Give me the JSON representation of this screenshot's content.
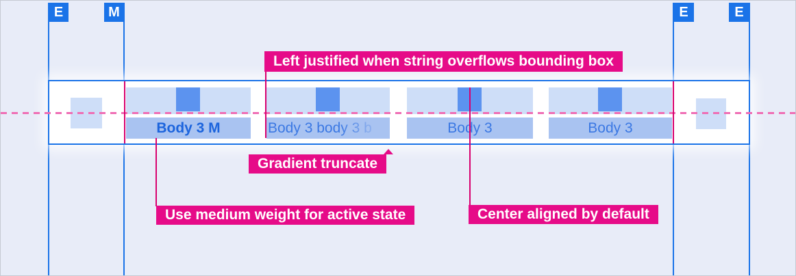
{
  "guides": {
    "markers": [
      {
        "letter": "E"
      },
      {
        "letter": "M"
      },
      {
        "letter": "E"
      },
      {
        "letter": "E"
      }
    ]
  },
  "tabbar": {
    "tabs": [
      {
        "label": "Body 3 M",
        "state": "active",
        "align": "center"
      },
      {
        "label": "Body 3 body 3 b",
        "state": "inactive",
        "align": "left",
        "truncation": "gradient"
      },
      {
        "label": "Body 3",
        "state": "inactive",
        "align": "center"
      },
      {
        "label": "Body 3",
        "state": "inactive",
        "align": "center"
      }
    ]
  },
  "annotations": {
    "left_justified": {
      "label": "Left justified when string overflows bounding box"
    },
    "gradient_truncate": {
      "label": "Gradient truncate"
    },
    "medium_weight": {
      "label": "Use medium weight for active state"
    },
    "center_aligned": {
      "label": "Center aligned by default"
    }
  },
  "colors": {
    "background": "#e8ecf8",
    "guide_blue": "#1a73e8",
    "bar_border": "#1a73e8",
    "tab_icon_area": "#cedef8",
    "tab_icon": "#5c93ef",
    "tab_label_area": "#a9c3f1",
    "active_text": "#1c64dd",
    "inactive_text": "#3b78e3",
    "annotation_magenta": "#e60b88",
    "connector_crimson": "#d8006e",
    "baseline_pink": "#ef6db4"
  }
}
